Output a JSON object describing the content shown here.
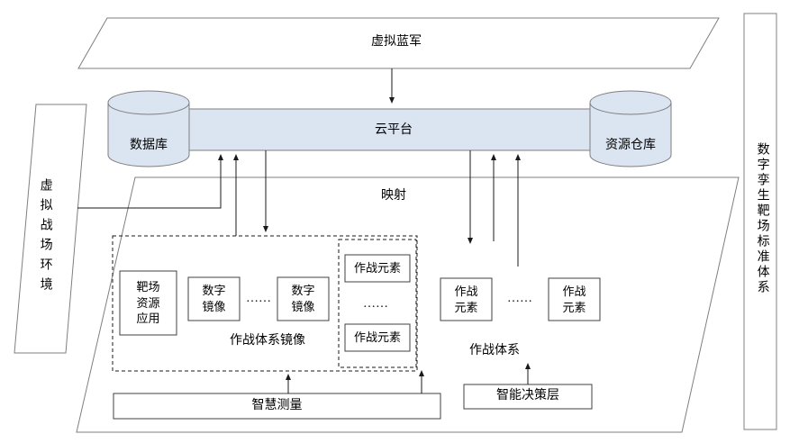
{
  "diagram": {
    "top_band": "虚拟蓝军",
    "cloud_bar": "云平台",
    "db_left": "数据库",
    "db_right": "资源仓库",
    "left_band": "虚拟战场环境",
    "right_title": "数字孪生靶场标准体系",
    "mapping": "映射",
    "range_app": "靶场\n资源\n应用",
    "digital_mirror_1": "数字\n镜像",
    "dots_mirror": "……",
    "digital_mirror_2": "数字\n镜像",
    "mirror_group_label": "作战体系镜像",
    "combat_elem_small_1": "作战元素",
    "dots_inner": "……",
    "combat_elem_small_2": "作战元素",
    "combat_elem_1": "作战\n元素",
    "dots_combat": "……",
    "combat_elem_2": "作战\n元素",
    "combat_group_label": "作战体系",
    "smart_measure": "智慧测量",
    "decision_layer": "智能决策层"
  },
  "colors": {
    "fill_blue": "#dbe5f1",
    "stroke": "#7f7f7f",
    "line": "#1a1a1a"
  }
}
